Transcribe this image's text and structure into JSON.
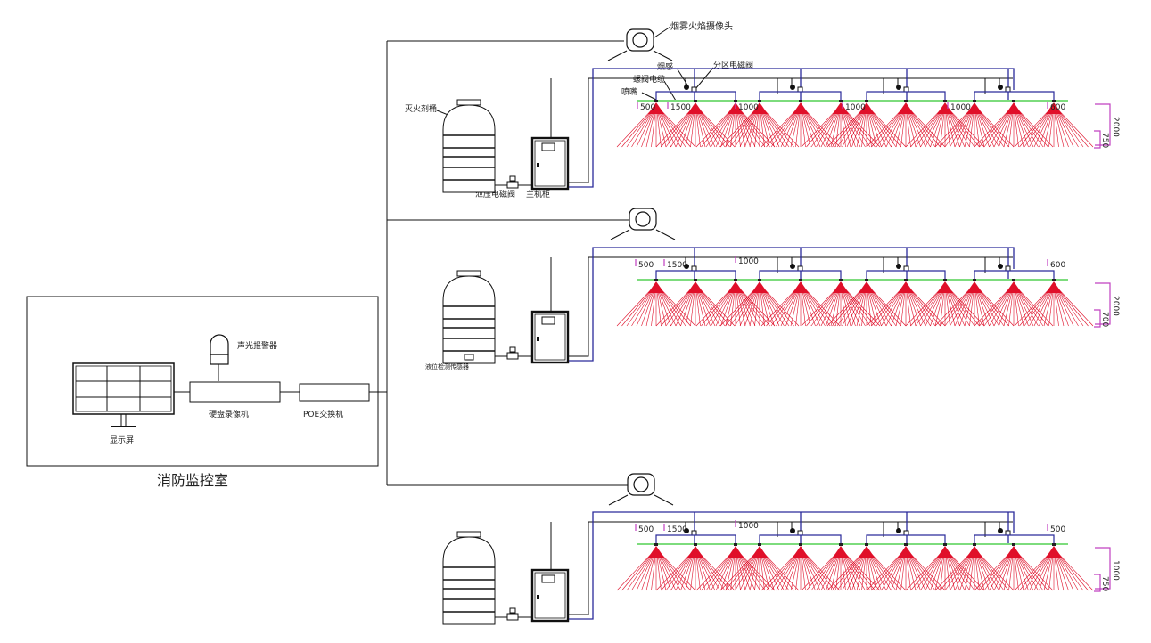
{
  "control_room": {
    "title": "消防监控室",
    "display_label": "显示屏",
    "alarm_label": "声光报警器",
    "nvr_label": "硬盘录像机",
    "switch_label": "POE交换机"
  },
  "callouts": {
    "camera": "烟雾火焰摄像头",
    "smoke_detector": "烟感",
    "zone_valve": "分区电磁阀",
    "cable": "螺阀电缆",
    "nozzle": "喷嘴",
    "tank": "灭火剂桶",
    "relief_valve": "泄压电磁阀",
    "cabinet": "主机柜",
    "level_sensor": "液位检测传感器"
  },
  "colors": {
    "line": "#111111",
    "signal_pipe": "#2a2a9a",
    "main_pipe": "#7ddc7d",
    "spray": "#e0102a",
    "dimension": "#c040c0",
    "dim_fill": "#60c8e8"
  },
  "zones": [
    {
      "id": "zone-1",
      "horizontal_dims": [
        "500",
        "1500",
        "1000",
        "1000",
        "1000",
        "600"
      ],
      "vertical_dims": [
        "2000",
        "750"
      ]
    },
    {
      "id": "zone-2",
      "horizontal_dims": [
        "500",
        "1500",
        "1000",
        "600"
      ],
      "vertical_dims": [
        "2000",
        "700"
      ]
    },
    {
      "id": "zone-3",
      "horizontal_dims": [
        "500",
        "1500",
        "1000",
        "500"
      ],
      "vertical_dims": [
        "1000",
        "750"
      ]
    }
  ]
}
